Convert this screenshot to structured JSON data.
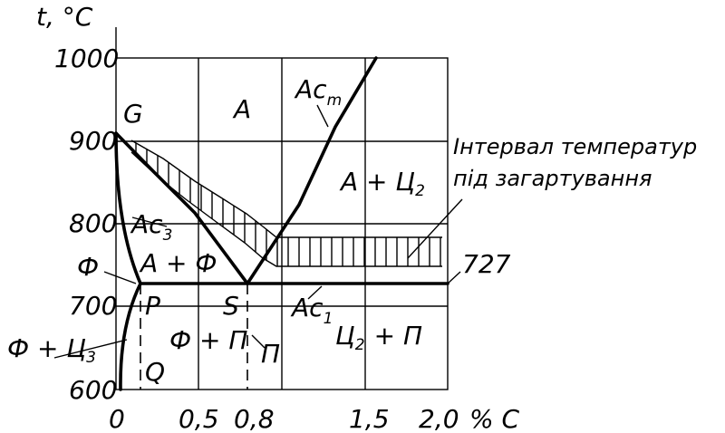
{
  "axes": {
    "y_label": "t, °C",
    "x_label": "% C",
    "y_ticks": [
      "1000",
      "900",
      "800",
      "700",
      "600"
    ],
    "x_ticks": [
      "0",
      "0,5",
      "0,8",
      "1,5",
      "2,0"
    ]
  },
  "points": {
    "G": "G",
    "P": "P",
    "S": "S",
    "Q": "Q"
  },
  "regions": {
    "austenite": "A",
    "austenite_ferrite": "A + Ф",
    "ferrite": "Ф",
    "ferrite_cementite3": "Ф + Ц",
    "ferrite_cementite3_sub": "3",
    "ferrite_pearlite": "Ф + П",
    "pearlite": "П",
    "austenite_cementite2": "A + Ц",
    "austenite_cementite2_sub": "2",
    "cementite2_pearlite": "Ц",
    "cementite2_pearlite_sub": "2",
    "cementite2_pearlite_rest": "+ П"
  },
  "lines": {
    "acm": "Ac",
    "acm_sub": "m",
    "ac3": "Ac",
    "ac3_sub": "3",
    "ac1": "Ac",
    "ac1_sub": "1",
    "eutectoid_temp": "727"
  },
  "annotation": {
    "line1": "Інтервал температур",
    "line2": "під загартування"
  }
}
